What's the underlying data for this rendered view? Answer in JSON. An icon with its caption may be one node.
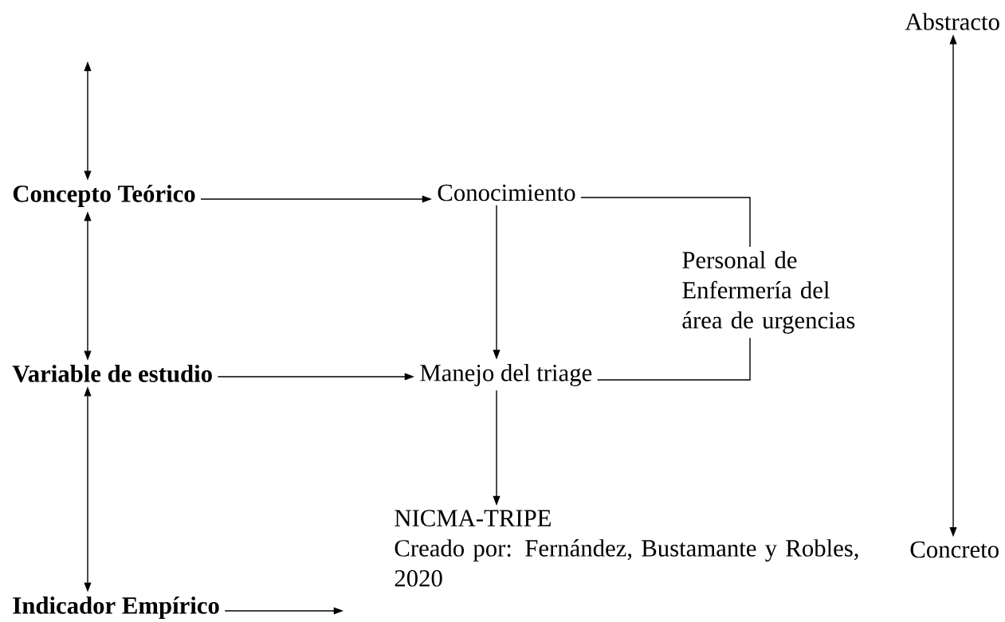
{
  "diagram": {
    "nodes": [
      {
        "text": [
          "Concepto Teórico"
        ]
      },
      {
        "text": [
          "Variable de estudio"
        ]
      },
      {
        "text": [
          "Indicador Empírico"
        ]
      },
      {
        "text": [
          "Conocimiento"
        ]
      },
      {
        "text": [
          "Manejo del triage"
        ]
      },
      {
        "text": [
          "NICMA-TRIPE",
          "Creado por: Fernández, Bustamante y Robles, 2020"
        ]
      },
      {
        "text": [
          "Personal de Enfermería del área de urgencias"
        ]
      },
      {
        "text": [
          "Abstracto"
        ]
      },
      {
        "text": [
          "Concreto"
        ]
      }
    ],
    "edges": [
      {
        "from": null,
        "to": 0,
        "arrow": "both"
      },
      {
        "from": 0,
        "to": 1,
        "arrow": "both"
      },
      {
        "from": 1,
        "to": 2,
        "arrow": "both"
      },
      {
        "from": 0,
        "to": 3,
        "arrow": "to"
      },
      {
        "from": 1,
        "to": 4,
        "arrow": "to"
      },
      {
        "from": 2,
        "to": null,
        "arrow": "to"
      },
      {
        "from": 3,
        "to": 4,
        "arrow": "to"
      },
      {
        "from": 4,
        "to": 5,
        "arrow": "to"
      },
      {
        "from": 3,
        "to": 6,
        "arrow": "none"
      },
      {
        "from": 4,
        "to": 6,
        "arrow": "none"
      },
      {
        "from": 7,
        "to": 8,
        "arrow": "both"
      }
    ]
  }
}
